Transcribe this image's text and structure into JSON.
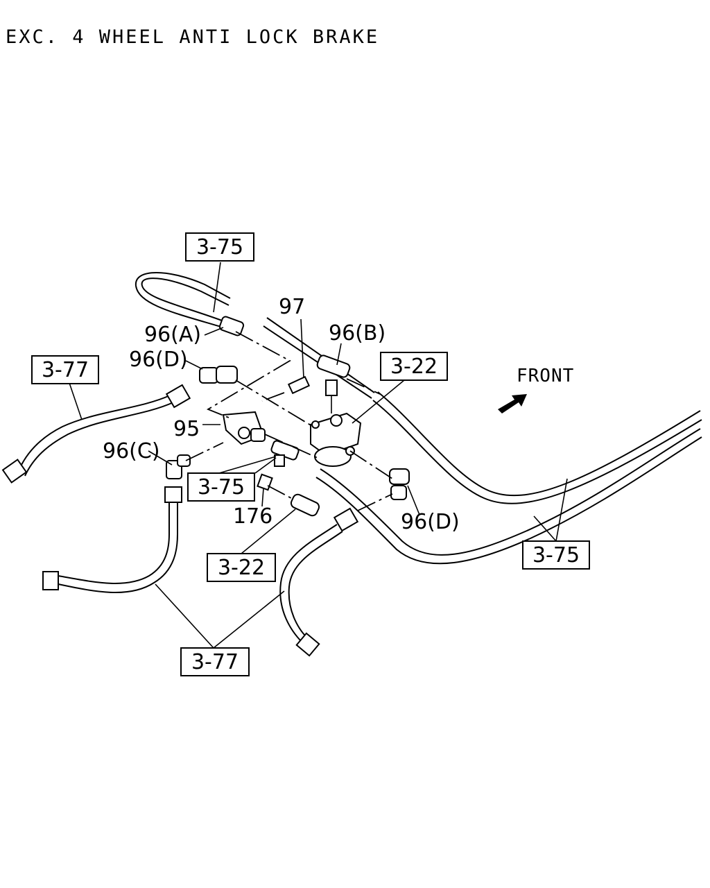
{
  "title": "EXC. 4 WHEEL ANTI LOCK BRAKE",
  "front_label": "FRONT",
  "callouts": {
    "ref_375_top": "3-75",
    "ref_377_left": "3-77",
    "ref_322_right": "3-22",
    "ref_375_mid": "3-75",
    "ref_322_bottom": "3-22",
    "ref_377_bottom": "3-77",
    "ref_375_right": "3-75"
  },
  "parts": {
    "p97": "97",
    "p96a": "96(A)",
    "p96b": "96(B)",
    "p96d_left": "96(D)",
    "p95": "95",
    "p96c": "96(C)",
    "p176": "176",
    "p96d_right": "96(D)"
  },
  "icons": {
    "front_arrow": "front-arrow-icon"
  }
}
